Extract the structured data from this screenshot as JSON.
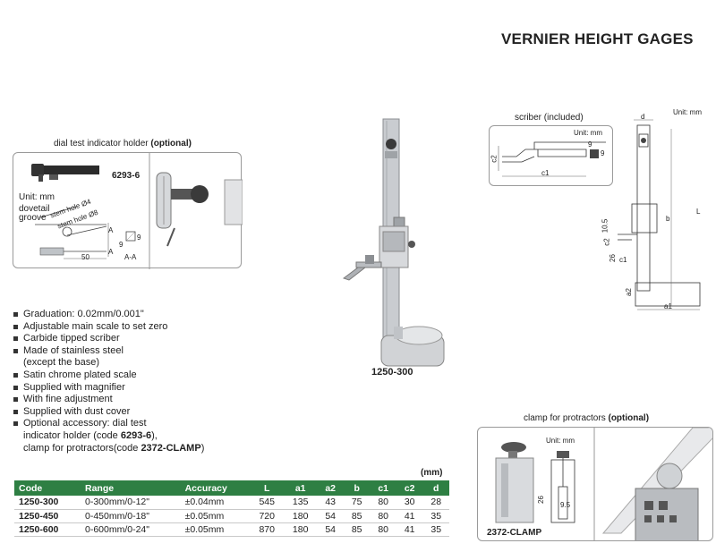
{
  "title": "VERNIER HEIGHT GAGES",
  "holder_panel": {
    "caption_prefix": "dial test indicator holder",
    "caption_optional": "(optional)",
    "part_code": "6293-6",
    "unit": "Unit: mm",
    "labels": {
      "dovetail_1": "dovetail",
      "dovetail_2": "groove",
      "stem_hole_4": "stem hole Ø4",
      "stem_hole_8": "stem hole Ø8",
      "a_top": "A",
      "a_bottom": "A",
      "nine_right": "9",
      "nine_left": "9",
      "fifty": "50",
      "section": "A-A"
    }
  },
  "main_product": {
    "code_label": "1250-300"
  },
  "scriber_panel": {
    "caption": "scriber (included)",
    "unit": "Unit: mm",
    "labels": {
      "c2": "c2",
      "c1": "c1",
      "nine_a": "9",
      "nine_b": "9"
    }
  },
  "gage_diagram": {
    "unit": "Unit: mm",
    "labels": {
      "d": "d",
      "L": "L",
      "b": "b",
      "ten_five": "10.5",
      "c2": "c2",
      "c1": "c1",
      "twenty_six": "26",
      "a2": "a2",
      "a1": "a1"
    }
  },
  "clamp_panel": {
    "caption_prefix": "clamp for protractors",
    "caption_optional": "(optional)",
    "unit": "Unit: mm",
    "part_code": "2372-CLAMP",
    "dim_26": "26",
    "dim_95": "9.5"
  },
  "features": [
    "Graduation: 0.02mm/0.001\"",
    "Adjustable main scale to set zero",
    "Carbide tipped scriber",
    "Made of stainless steel",
    "(except the base)",
    "Satin chrome plated scale",
    "Supplied with magnifier",
    "With fine adjustment",
    "Supplied with dust cover",
    "Optional accessory: dial test",
    "indicator holder (code ",
    "6293-6",
    "),",
    "clamp for protractors(code ",
    "2372-CLAMP",
    ")"
  ],
  "table": {
    "unit": "(mm)",
    "headers": [
      "Code",
      "Range",
      "Accuracy",
      "L",
      "a1",
      "a2",
      "b",
      "c1",
      "c2",
      "d"
    ],
    "rows": [
      [
        "1250-300",
        "0-300mm/0-12\"",
        "±0.04mm",
        "545",
        "135",
        "43",
        "75",
        "80",
        "30",
        "28"
      ],
      [
        "1250-450",
        "0-450mm/0-18\"",
        "±0.05mm",
        "720",
        "180",
        "54",
        "85",
        "80",
        "41",
        "35"
      ],
      [
        "1250-600",
        "0-600mm/0-24\"",
        "±0.05mm",
        "870",
        "180",
        "54",
        "85",
        "80",
        "41",
        "35"
      ]
    ]
  },
  "colors": {
    "header_green": "#2e7f43",
    "metal": "#c9ccd0",
    "dark": "#2b2b2b"
  }
}
